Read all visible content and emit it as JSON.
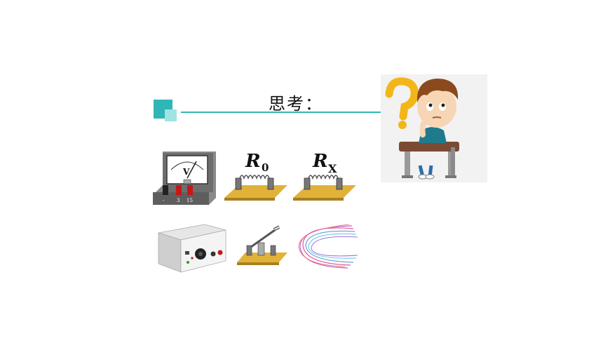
{
  "slide": {
    "title": "思考：",
    "accent_color": "#2fb6b6"
  },
  "equipment": {
    "voltmeter": {
      "symbol": "V",
      "terminal_labels": [
        "-",
        "3",
        "15"
      ]
    },
    "resistor_known": {
      "label_main": "R",
      "label_sub": "0"
    },
    "resistor_unknown": {
      "label_main": "R",
      "label_sub": "X"
    }
  }
}
